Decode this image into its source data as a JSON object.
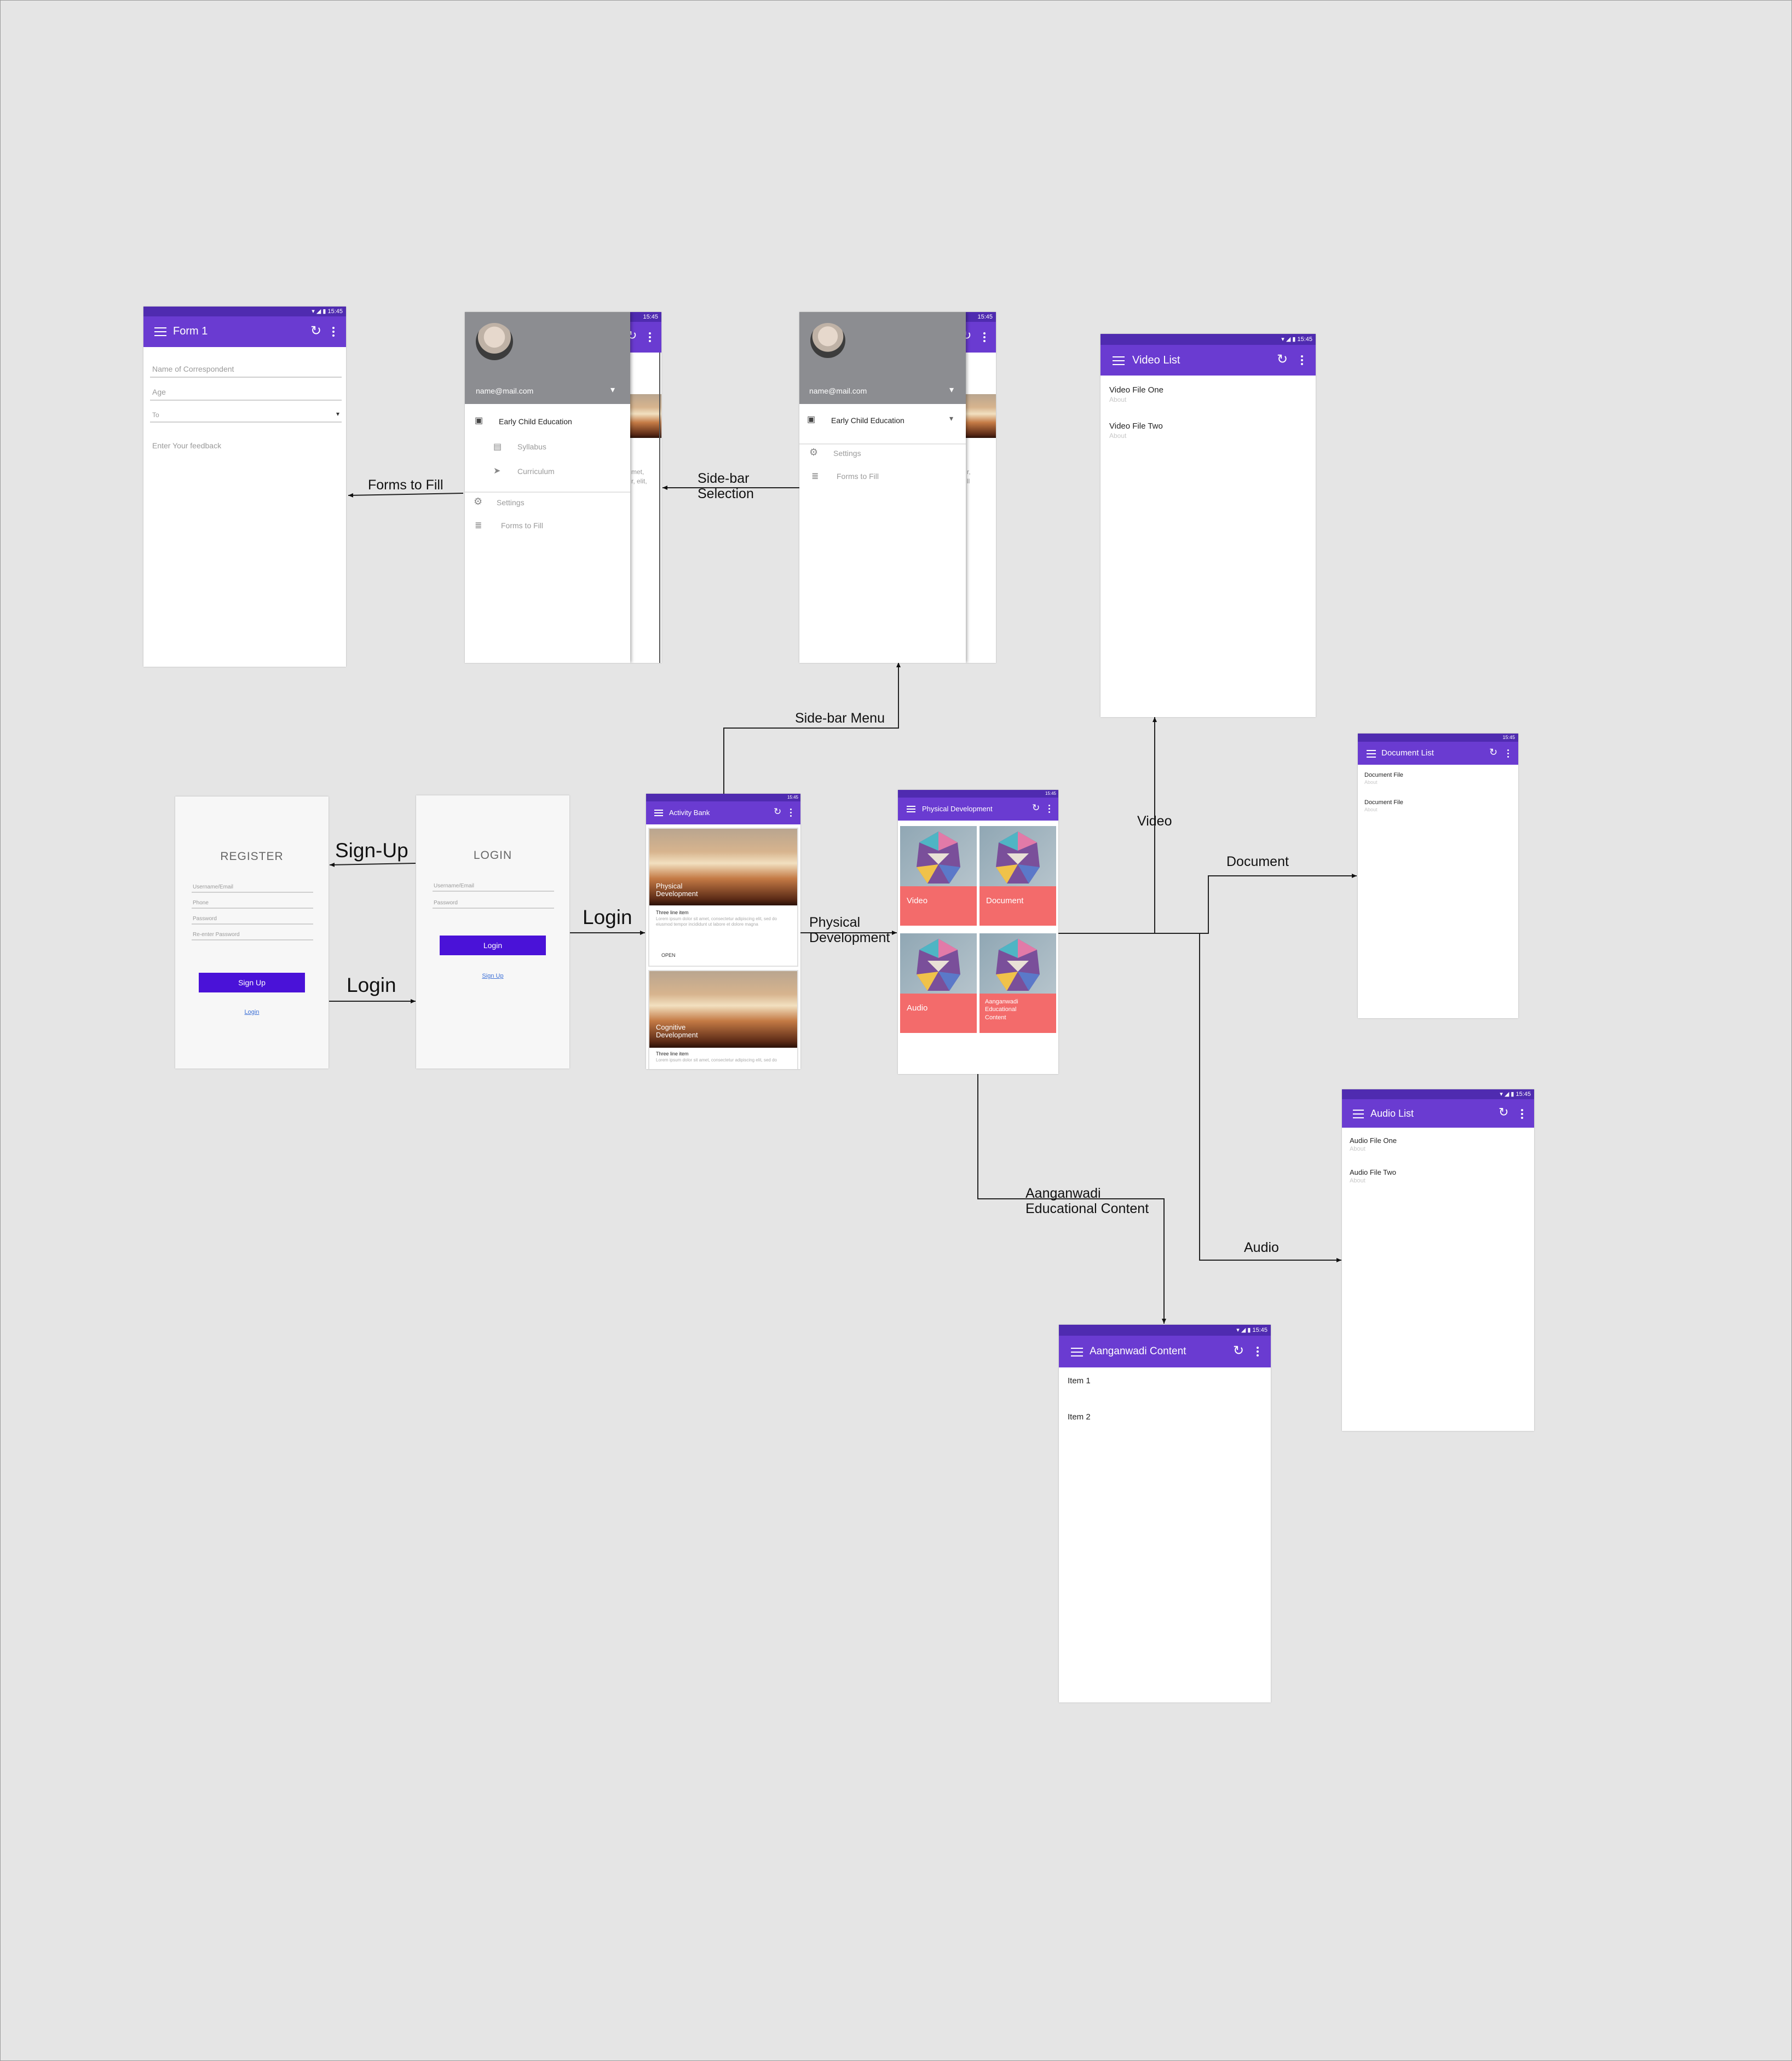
{
  "status_time": "15:45",
  "colors": {
    "status_bar": "#4f2bb0",
    "app_bar": "#6a3bd1",
    "button": "#4a12d8",
    "tile_band": "#f36b6b",
    "canvas": "#e5e5e5"
  },
  "icons": {
    "menu": "hamburger-icon",
    "refresh": "refresh-icon",
    "more": "more-vert-icon",
    "wifi": "wifi-icon",
    "signal": "signal-icon",
    "battery": "battery-icon",
    "dropdown": "dropdown-arrow-icon",
    "chat": "chat-icon",
    "send": "send-icon",
    "settings": "gear-icon",
    "forms": "list-icon",
    "contact": "contact-icon"
  },
  "form1": {
    "title": "Form 1",
    "fields": [
      "Name of Correspondent",
      "Age",
      "To"
    ],
    "feedback_placeholder": "Enter Your feedback"
  },
  "drawer_expanded": {
    "email": "name@mail.com",
    "main_item": "Early Child Education",
    "sub_items": [
      "Syllabus",
      "Curriculum"
    ],
    "settings": "Settings",
    "forms": "Forms to Fill",
    "peek_text": [
      "met,",
      "r, elit,"
    ]
  },
  "drawer_collapsed": {
    "email": "name@mail.com",
    "main_item": "Early Child Education",
    "settings": "Settings",
    "forms": "Forms to Fill",
    "peek_text": [
      "r,",
      "ll"
    ]
  },
  "video_list": {
    "title": "Video List",
    "items": [
      {
        "title": "Video File One",
        "sub": "About"
      },
      {
        "title": "Video File Two",
        "sub": "About"
      }
    ]
  },
  "document_list": {
    "title": "Document List",
    "items": [
      {
        "title": "Document File",
        "sub": "About"
      },
      {
        "title": "Document File",
        "sub": "About"
      }
    ]
  },
  "audio_list": {
    "title": "Audio List",
    "items": [
      {
        "title": "Audio File One",
        "sub": "About"
      },
      {
        "title": "Audio File Two",
        "sub": "About"
      }
    ]
  },
  "aanganwadi": {
    "title": "Aanganwadi Content",
    "items": [
      "Item 1",
      "Item 2"
    ]
  },
  "register": {
    "title": "REGISTER",
    "fields": [
      "Username/Email",
      "Phone",
      "Password",
      "Re-enter Password"
    ],
    "button": "Sign Up",
    "link": "Login"
  },
  "login": {
    "title": "LOGIN",
    "fields": [
      "Username/Email",
      "Password"
    ],
    "button": "Login",
    "link": "Sign Up"
  },
  "activity_bank": {
    "title": "Activity Bank",
    "cards": [
      {
        "heading": "Physical Development",
        "line": "Three line item",
        "body": "Lorem ipsum dolor sit amet, consectetur adipiscing elit, sed do eiusmod tempor incididunt ut labore et dolore magna",
        "action": "OPEN"
      },
      {
        "heading": "Cognitive Development",
        "line": "Three line item",
        "body": "Lorem ipsum dolor sit amet, consectetur adipiscing elit, sed do"
      }
    ]
  },
  "physical_dev": {
    "title": "Physical Development",
    "tiles": [
      "Video",
      "Document",
      "Audio",
      "Aanganwadi Educational Content"
    ]
  },
  "edges": {
    "forms_to_fill": "Forms to Fill",
    "sidebar_selection": "Side-bar Selection",
    "sidebar_menu": "Side-bar Menu",
    "signup": "Sign-Up",
    "login_back": "Login",
    "login": "Login",
    "physical": "Physical Development",
    "video": "Video",
    "document": "Document",
    "audio": "Audio",
    "aanganwadi": "Aanganwadi Educational Content"
  }
}
